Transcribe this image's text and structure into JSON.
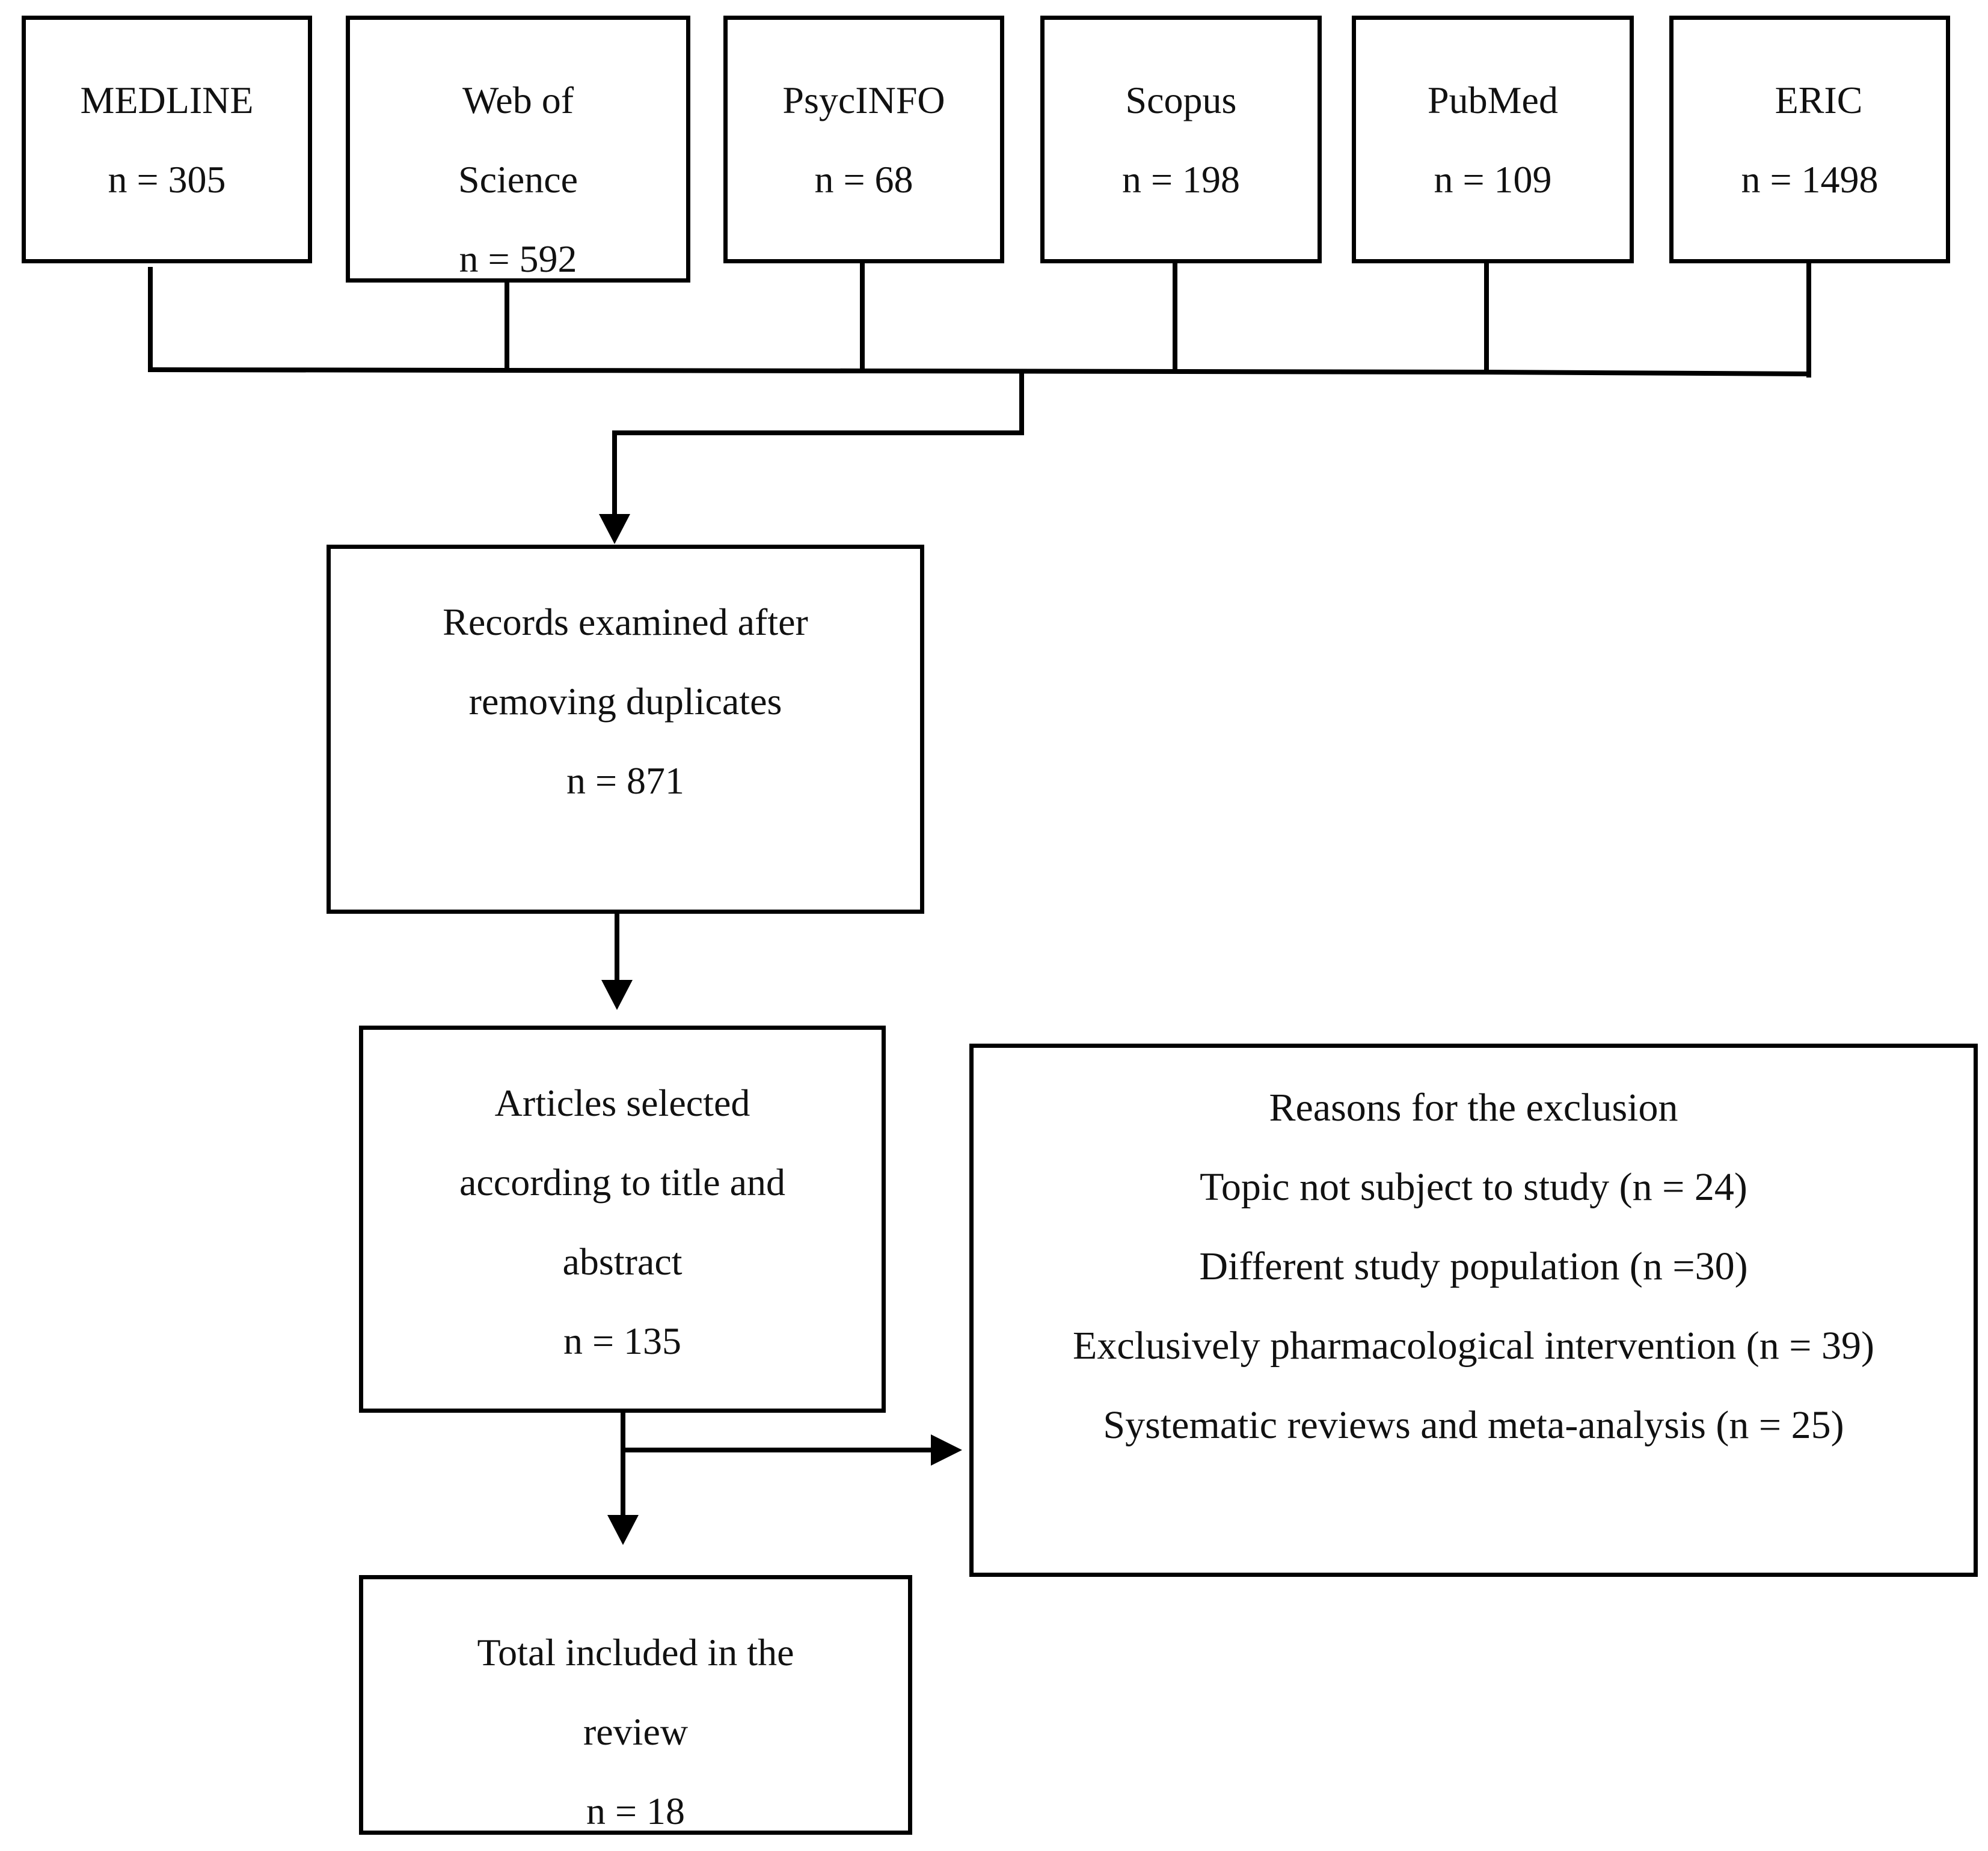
{
  "sources": [
    {
      "name": "MEDLINE",
      "count": "n = 305"
    },
    {
      "name_line1": "Web of",
      "name_line2": "Science",
      "count": "n = 592"
    },
    {
      "name": "PsycINFO",
      "count": "n = 68"
    },
    {
      "name": "Scopus",
      "count": "n = 198"
    },
    {
      "name": "PubMed",
      "count": "n = 109"
    },
    {
      "name": "ERIC",
      "count": "n = 1498"
    }
  ],
  "records": {
    "line1": "Records examined after",
    "line2": "removing duplicates",
    "count": "n = 871"
  },
  "selected": {
    "line1": "Articles selected",
    "line2": "according to title and",
    "line3": "abstract",
    "count": "n = 135"
  },
  "exclusion": {
    "title": "Reasons for the exclusion",
    "reasons": [
      "Topic not subject to study (n = 24)",
      "Different study population (n =30)",
      "Exclusively pharmacological intervention (n = 39)",
      "Systematic reviews and meta-analysis (n = 25)"
    ]
  },
  "included": {
    "line1": "Total included in the",
    "line2": "review",
    "count": "n = 18"
  }
}
